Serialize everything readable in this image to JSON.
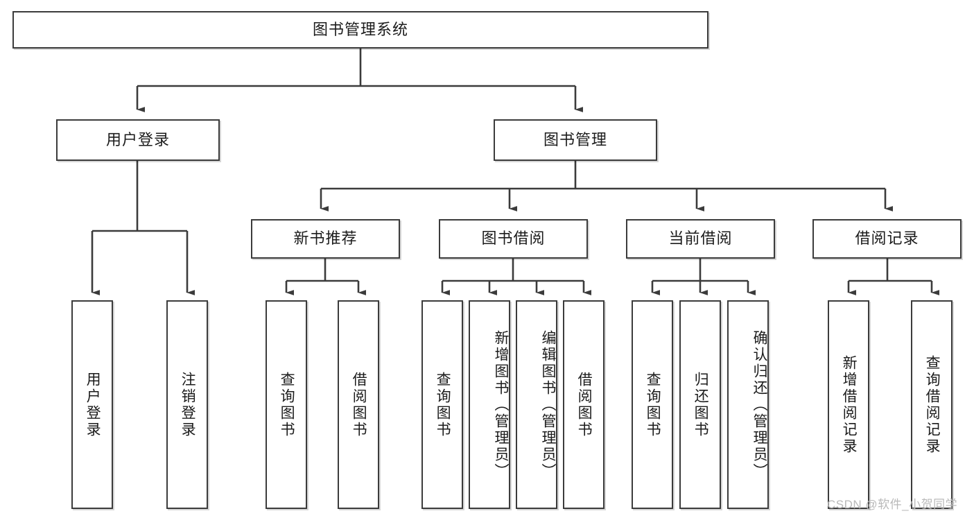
{
  "diagram": {
    "title": "图书管理系统",
    "type": "functional-structure-tree",
    "root": {
      "label": "图书管理系统"
    },
    "level2": [
      {
        "id": "user-login",
        "label": "用户登录"
      },
      {
        "id": "book-manage",
        "label": "图书管理"
      }
    ],
    "level3": [
      {
        "id": "new-book-recommend",
        "label": "新书推荐",
        "parent": "book-manage"
      },
      {
        "id": "book-borrow",
        "label": "图书借阅",
        "parent": "book-manage"
      },
      {
        "id": "current-borrow",
        "label": "当前借阅",
        "parent": "book-manage"
      },
      {
        "id": "borrow-record",
        "label": "借阅记录",
        "parent": "book-manage"
      }
    ],
    "leaves": {
      "user_login": [
        {
          "id": "leaf-user-login",
          "label": "用户登录"
        },
        {
          "id": "leaf-user-logout",
          "label": "注销登录"
        }
      ],
      "new_book_recommend": [
        {
          "id": "leaf-query-book-1",
          "label": "查询图书"
        },
        {
          "id": "leaf-borrow-book-1",
          "label": "借阅图书"
        }
      ],
      "book_borrow": [
        {
          "id": "leaf-query-book-2",
          "label": "查询图书"
        },
        {
          "id": "leaf-add-book",
          "label": "新增图书（管理员）"
        },
        {
          "id": "leaf-edit-book",
          "label": "编辑图书（管理员）"
        },
        {
          "id": "leaf-borrow-book-2",
          "label": "借阅图书"
        }
      ],
      "current_borrow": [
        {
          "id": "leaf-query-book-3",
          "label": "查询图书"
        },
        {
          "id": "leaf-return-book",
          "label": "归还图书"
        },
        {
          "id": "leaf-confirm-return",
          "label": "确认归还（管理员）"
        }
      ],
      "borrow_record": [
        {
          "id": "leaf-add-record",
          "label": "新增借阅记录"
        },
        {
          "id": "leaf-query-record",
          "label": "查询借阅记录"
        }
      ]
    }
  },
  "watermark": {
    "text": "CSDN @软件_小贺同学"
  },
  "colors": {
    "border": "#3b3b3b",
    "background": "#ffffff",
    "text": "#1b1b1b",
    "connector": "#3b3b3b",
    "watermark": "#b9b9b9"
  }
}
